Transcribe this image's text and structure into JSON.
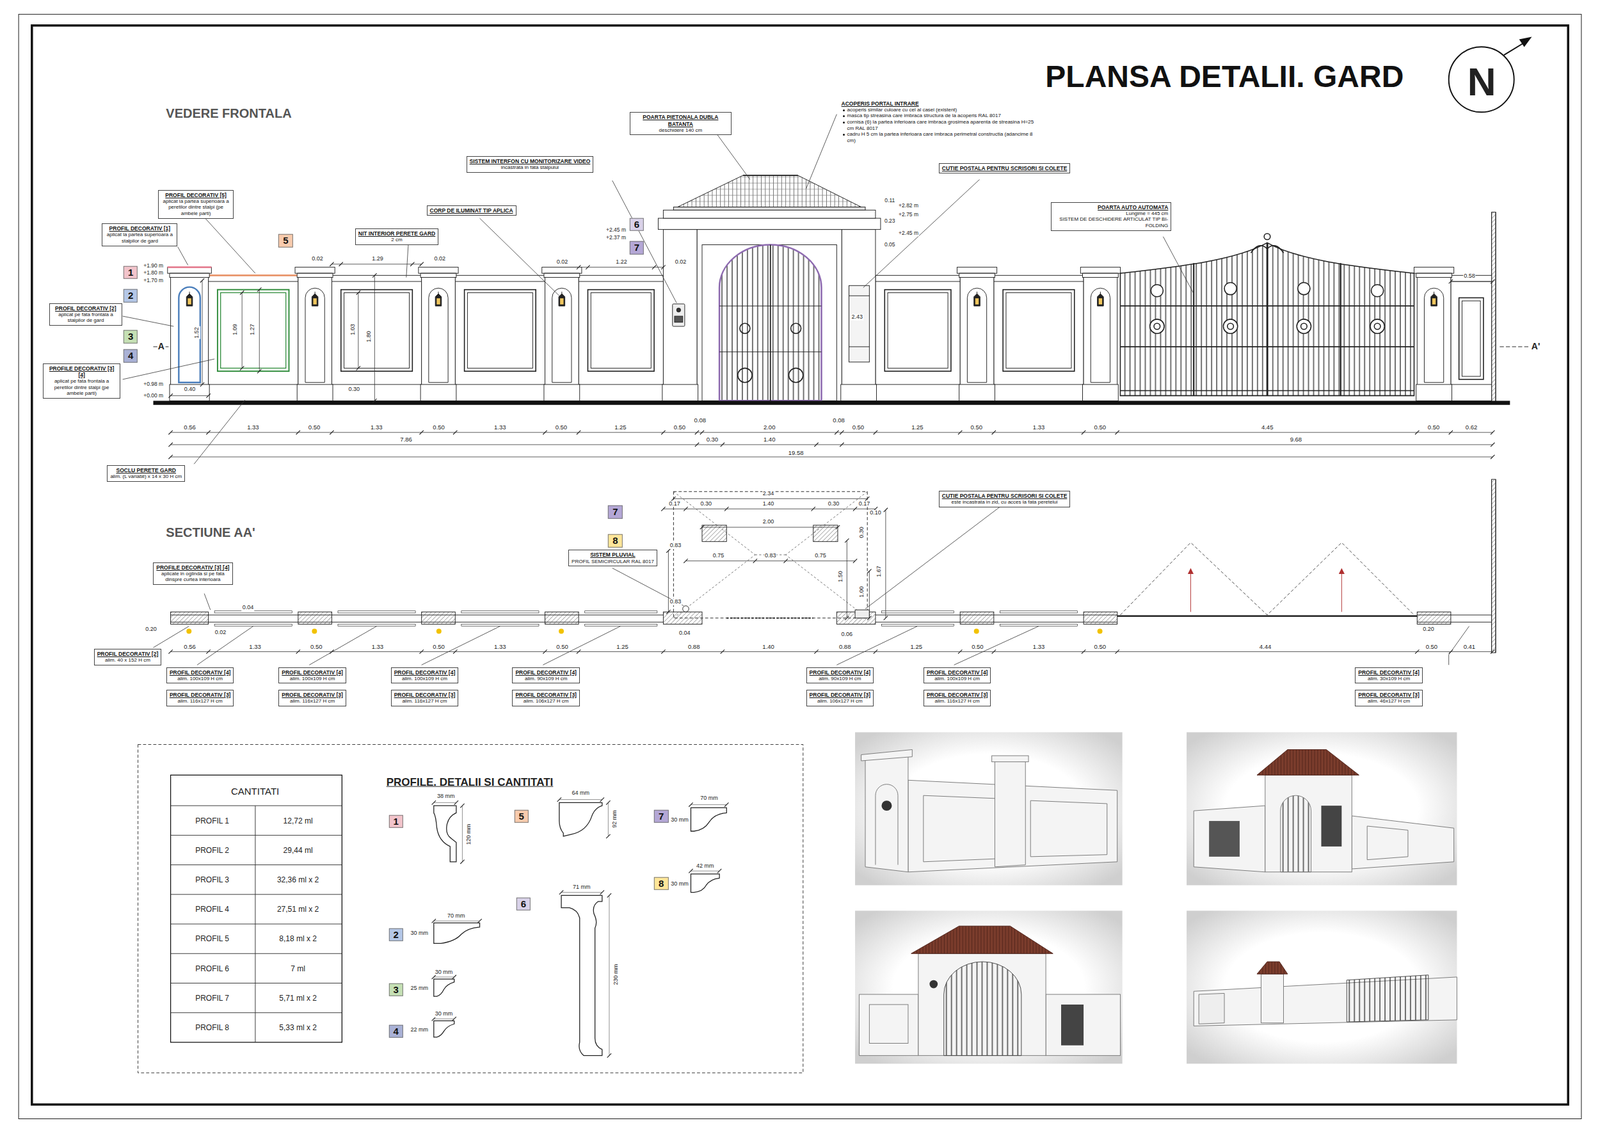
{
  "diagram": {
    "title": "PLANSA DETALII. GARD",
    "nodes": [
      {
        "text": [
          "PROFIL DECORATIV [5]",
          "aplicat la partea superioara a peretilor dintre stalpi (pe ambele parti)"
        ]
      },
      {
        "text": [
          "PROFIL DECORATIV [1]",
          "aplicat la partea superioara a stalpilor de gard"
        ]
      },
      {
        "text": [
          "PROFIL DECORATIV [2]",
          "aplicat pe fata frontala a stalpilor de gard"
        ]
      },
      {
        "text": [
          "PROFILE DECORATIV [3] [4]",
          "aplicat pe fata frontala a peretilor dintre stalpi (pe ambele parti)"
        ]
      },
      {
        "text": [
          "SOCLU PERETE GARD",
          "alim. (L variabil) x 14 x 30 H cm"
        ]
      },
      {
        "text": [
          "NIT INTERIOR PERETE GARD",
          "2 cm"
        ]
      },
      {
        "text": [
          "CORP DE ILUMINAT TIP APLICA"
        ]
      },
      {
        "text": [
          "SISTEM INTERFON CU MONITORIZARE VIDEO",
          "incastrata in fata stalpului"
        ]
      },
      {
        "text": [
          "POARTA PIETONALA DUBLA BATANTA",
          "deschidere 140 cm"
        ]
      },
      {
        "text": [
          "ACOPERIS PORTAL INTRARE",
          "acoperis similar culoare cu cel al casei (existent)",
          "masca tip streasina care imbraca structura de la acoperis RAL 8017",
          "cornisa (6) la partea inferioara care imbraca grosimea aparenta de streasina H=25 cm RAL 8017",
          "cadru H 5 cm la partea inferioara care imbraca perimetral constructia (adancime 8 cm)"
        ]
      },
      {
        "text": [
          "CUTIE POSTALA PENTRU SCRISORI SI COLETE"
        ]
      },
      {
        "text": [
          "POARTA AUTO AUTOMATA",
          "Lungime = 445 cm",
          "SISTEM DE DESCHIDERE ARTICULAT TIP BI-FOLDING"
        ]
      },
      {
        "text": [
          "PROFILE DECORATIV [3] [4]",
          "aplicate in oglinda si pe fata dinspre curtea interioara"
        ]
      },
      {
        "text": [
          "SISTEM PLUVIAL",
          "PROFIL SEMICIRCULAR RAL 8017"
        ]
      },
      {
        "text": [
          "CUTIE POSTALA PENTRU SCRISORI SI COLETE",
          "este incastrata in zid, cu acces la fata peretelui"
        ]
      },
      {
        "text": [
          "PROFIL DECORATIV [2]",
          "alim. 40 x 152 H cm"
        ]
      },
      {
        "text": [
          "PROFIL DECORATIV [4]",
          "alim. 100x109 H cm"
        ]
      },
      {
        "text": [
          "PROFIL DECORATIV [4]",
          "alim. 100x109 H cm"
        ]
      },
      {
        "text": [
          "PROFIL DECORATIV [4]",
          "alim. 100x109 H cm"
        ]
      },
      {
        "text": [
          "PROFIL DECORATIV [4]",
          "alim. 90x109 H cm"
        ]
      },
      {
        "text": [
          "PROFIL DECORATIV [4]",
          "alim. 90x109 H cm"
        ]
      },
      {
        "text": [
          "PROFIL DECORATIV [4]",
          "alim. 100x109 H cm"
        ]
      },
      {
        "text": [
          "PROFIL DECORATIV [4]",
          "alim. 30x109 H cm"
        ]
      },
      {
        "text": [
          "PROFIL DECORATIV [3]",
          "alim. 116x127 H cm"
        ]
      },
      {
        "text": [
          "PROFIL DECORATIV [3]",
          "alim. 116x127 H cm"
        ]
      },
      {
        "text": [
          "PROFIL DECORATIV [3]",
          "alim. 116x127 H cm"
        ]
      },
      {
        "text": [
          "PROFIL DECORATIV [3]",
          "alim. 106x127 H cm"
        ]
      },
      {
        "text": [
          "PROFIL DECORATIV [3]",
          "alim. 106x127 H cm"
        ]
      },
      {
        "text": [
          "PROFIL DECORATIV [3]",
          "alim. 116x127 H cm"
        ]
      },
      {
        "text": [
          "PROFIL DECORATIV [3]",
          "alim. 46x127 H cm"
        ]
      }
    ],
    "labels": [
      "VEDERE FRONTALA",
      "SECTIUNE AA'",
      "N",
      "1",
      "2",
      "3",
      "4",
      "5",
      "6",
      "7",
      "7",
      "8",
      "1",
      "5",
      "7",
      "8",
      "6",
      "2",
      "3",
      "4",
      "A",
      "A'",
      "+1.90 m",
      "+1.80 m",
      "+1.70 m",
      "+0.98 m",
      "+0.00 m",
      "0.56",
      "1.33",
      "0.50",
      "1.33",
      "0.50",
      "1.33",
      "0.50",
      "1.25",
      "0.50",
      "0.08",
      "2.00",
      "0.08",
      "0.50",
      "1.25",
      "0.50",
      "1.33",
      "0.50",
      "4.45",
      "0.50",
      "0.62",
      "7.86",
      "0.30",
      "1.40",
      "9.68",
      "19.58",
      "0.40",
      "1.52",
      "1.09",
      "1.27",
      "0.02",
      "1.29",
      "0.02",
      "1.03",
      "1.80",
      "0.30",
      "0.02",
      "1.22",
      "0.02",
      "2.43",
      "0.58",
      "0.11",
      "+2.82 m",
      "+2.75 m",
      "0.23",
      "+2.45 m",
      "0.05",
      "+2.45 m",
      "+2.37 m",
      "2.34",
      "0.17",
      "0.30",
      "1.40",
      "0.30",
      "0.17",
      "2.00",
      "0.10",
      "0.30",
      "0.83",
      "0.75",
      "0.83",
      "0.75",
      "1.50",
      "1.00",
      "1.67",
      "0.83",
      "0.20",
      "0.04",
      "0.02",
      "0.04",
      "0.06",
      "0.20",
      "0.56",
      "1.33",
      "0.50",
      "1.33",
      "0.50",
      "1.33",
      "0.50",
      "1.25",
      "0.88",
      "1.40",
      "0.88",
      "1.25",
      "0.50",
      "1.33",
      "0.50",
      "4.44",
      "0.50",
      "0.41",
      "CANTITATI",
      "PROFIL 1",
      "12,72 ml",
      "PROFIL 2",
      "29,44 ml",
      "PROFIL 3",
      "32,36 ml x 2",
      "PROFIL 4",
      "27,51 ml x 2",
      "PROFIL 5",
      "8,18 ml x 2",
      "PROFIL 6",
      "7 ml",
      "PROFIL 7",
      "5,71 ml x 2",
      "PROFIL 8",
      "5,33 ml x 2",
      "PROFILE. DETALII SI CANTITATI",
      "38 mm",
      "120 mm",
      "64 mm",
      "92 mm",
      "70 mm",
      "30 mm",
      "42 mm",
      "30 mm",
      "71 mm",
      "230 mm",
      "70 mm",
      "30 mm",
      "30 mm",
      "25 mm",
      "30 mm",
      "22 mm"
    ]
  }
}
